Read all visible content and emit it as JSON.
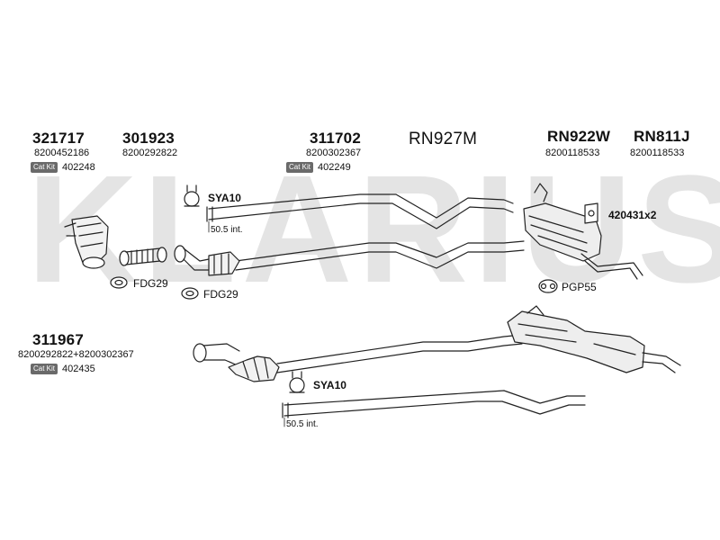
{
  "watermark": {
    "text": "KLARIUS",
    "color": "#d9d9d9"
  },
  "parts": {
    "p321717": {
      "number": "321717",
      "oe": "8200452186",
      "catkit_badge": "Cat Kit",
      "catkit": "402248"
    },
    "p301923": {
      "number": "301923",
      "oe": "8200292822"
    },
    "p311702": {
      "number": "311702",
      "oe": "8200302367",
      "catkit_badge": "Cat Kit",
      "catkit": "402249"
    },
    "rn927m": {
      "number": "RN927M"
    },
    "rn922w": {
      "number": "RN922W",
      "oe": "8200118533"
    },
    "rn811j": {
      "number": "RN811J",
      "oe": "8200118533"
    },
    "p311967": {
      "number": "311967",
      "oe": "8200292822+8200302367",
      "catkit_badge": "Cat Kit",
      "catkit": "402435"
    }
  },
  "clamps": {
    "sya10_top": "SYA10",
    "sya10_bottom": "SYA10",
    "fdg29_left": "FDG29",
    "fdg29_right": "FDG29",
    "pgp55": "PGP55",
    "k420431": "420431x2"
  },
  "dimensions": {
    "top": "50.5 int.",
    "bottom": "50.5 int."
  }
}
